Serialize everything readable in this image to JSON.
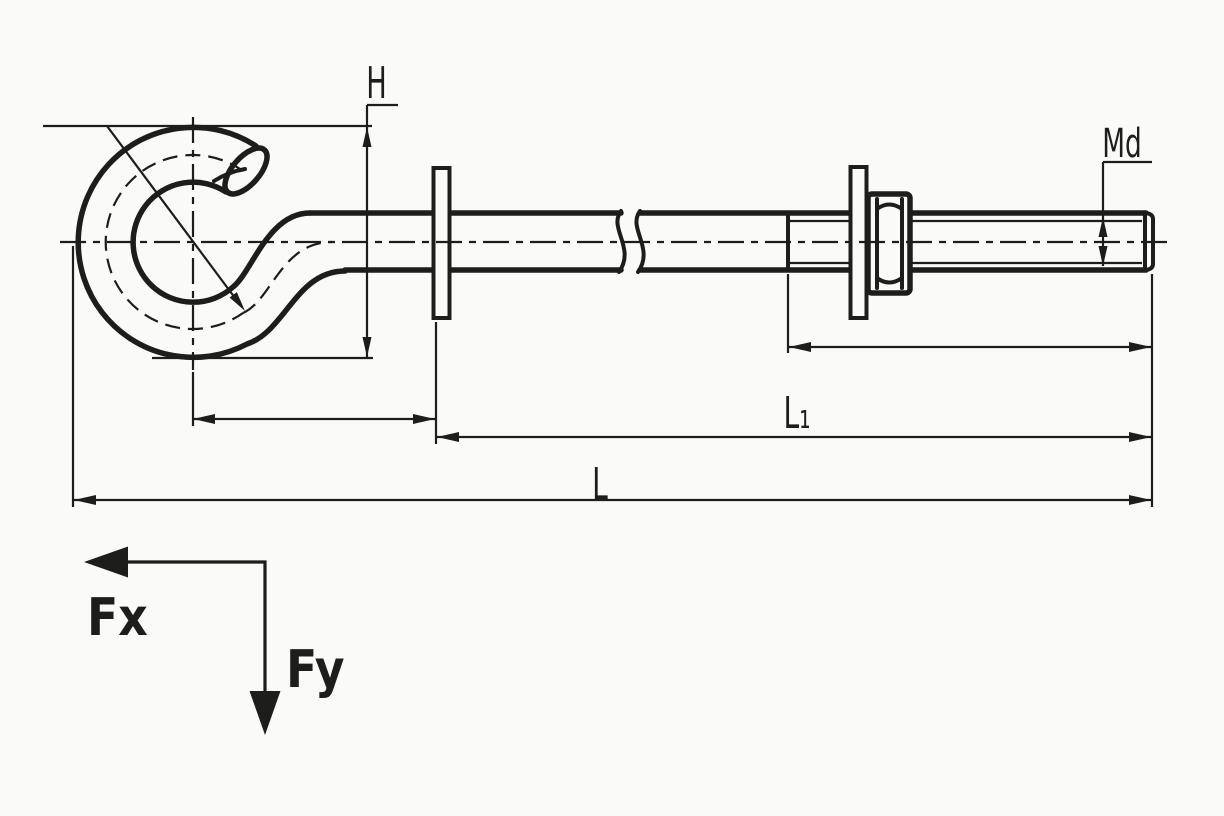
{
  "drawing": {
    "kind": "hook-bolt-technical-drawing",
    "dimension_labels": {
      "hook_height": "H",
      "thread_size": "Md",
      "shank_length": "L₁",
      "total_length": "L"
    },
    "force_labels": {
      "horizontal": "Fx",
      "vertical": "Fy"
    },
    "colors": {
      "line": "#1d1d1b",
      "background": "#fafaf8"
    }
  }
}
